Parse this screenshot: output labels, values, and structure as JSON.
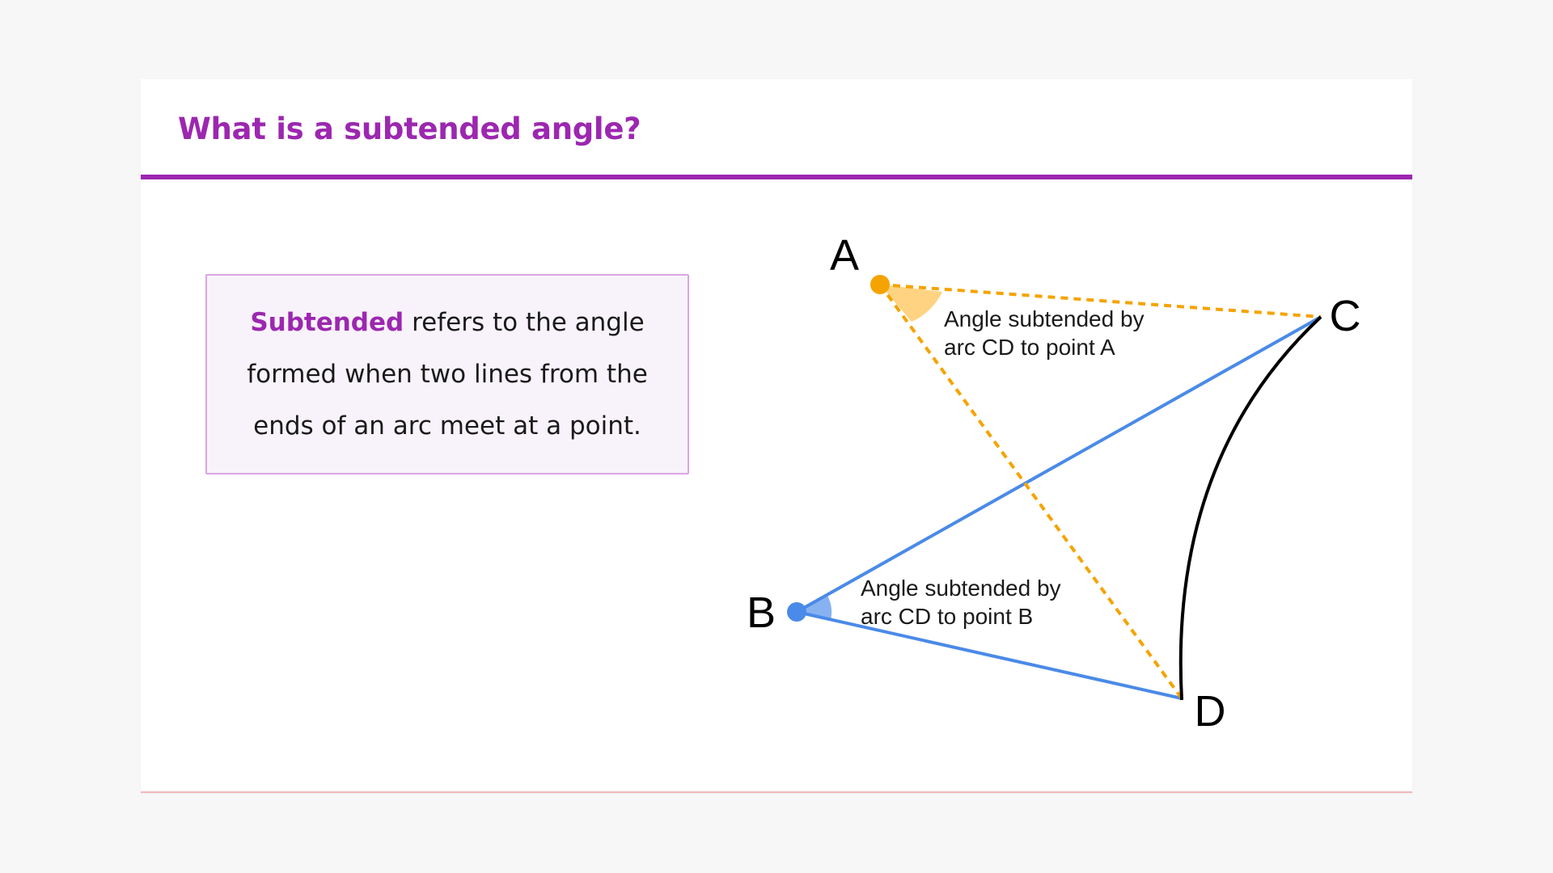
{
  "slide": {
    "title": "What is a subtended angle?",
    "definition": {
      "term": "Subtended",
      "text": "refers to the angle formed when two lines from the ends of an arc meet at a point."
    }
  },
  "diagram": {
    "points": {
      "a": "A",
      "b": "B",
      "c": "C",
      "d": "D"
    },
    "annotations": {
      "angle_a": [
        "Angle subtended by",
        "arc CD to point A"
      ],
      "angle_b": [
        "Angle subtended by",
        "arc CD to point B"
      ]
    },
    "colors": {
      "point_a": "#f5a300",
      "angle_a_fill": "#ffcb6b",
      "point_b": "#4a8ae8",
      "angle_b_fill": "#7aaaf0",
      "arc": "#000000",
      "accent": "#9c27b0"
    }
  }
}
